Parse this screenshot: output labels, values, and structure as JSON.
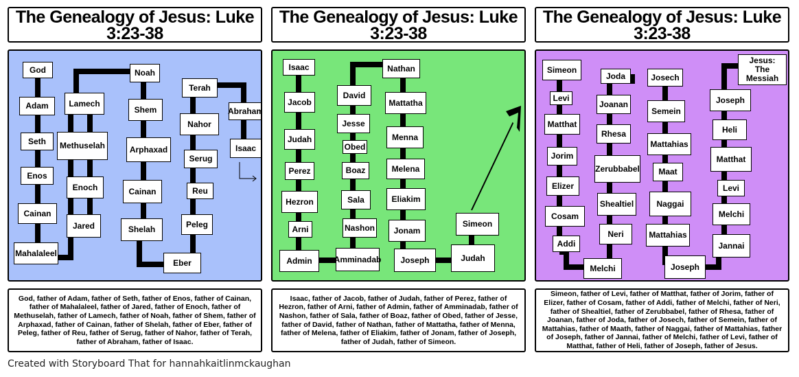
{
  "panels": [
    {
      "title": "The Genealogy of Jesus: Luke\n3:23-38",
      "bg": "#a9c1fb",
      "boxes": [
        "God",
        "Adam",
        "Seth",
        "Enos",
        "Cainan",
        "Mahalaleel",
        "Lamech",
        "Methuselah",
        "Enoch",
        "Jared",
        "Noah",
        "Shem",
        "Arphaxad",
        "Cainan",
        "Shelah",
        "Eber",
        "Terah",
        "Nahor",
        "Serug",
        "Reu",
        "Peleg",
        "Abraham",
        "Isaac"
      ],
      "caption": "God, father of Adam, father of Seth, father of Enos, father of Cainan, father of Mahalaleel, father of Jared, father of Enoch, father of Methuselah, father of Lamech, father of Noah, father of Shem, father of Arphaxad, father of Cainan, father of Shelah, father of Eber, father of Peleg, father of Reu, father of Serug, father of Nahor, father of Terah, father of Abraham, father of Isaac."
    },
    {
      "title": "The Genealogy of Jesus: Luke\n3:23-38",
      "bg": "#78e67a",
      "boxes": [
        "Isaac",
        "Jacob",
        "Judah",
        "Perez",
        "Hezron",
        "Arni",
        "Admin",
        "David",
        "Jesse",
        "Obed",
        "Boaz",
        "Sala",
        "Nashon",
        "Amminadab",
        "Nathan",
        "Mattatha",
        "Menna",
        "Melena",
        "Eliakim",
        "Jonam",
        "Joseph",
        "Simeon",
        "Judah"
      ],
      "caption": "Isaac, father of Jacob, father of Judah, father of Perez, father of Hezron, father of Arni, father of Admin, father of Amminadab, father of Nashon, father of Sala, father of Boaz, father of Obed, father of Jesse, father of David, father of Nathan, father of Mattatha, father of Menna, father of Melena, father of Eliakim, father of Jonam, father of Joseph, father of Judah, father of Simeon."
    },
    {
      "title": "The Genealogy of Jesus: Luke\n3:23-38",
      "bg": "#cf8ef7",
      "boxes": [
        "Simeon",
        "Levi",
        "Matthat",
        "Jorim",
        "Elizer",
        "Cosam",
        "Addi",
        "Melchi",
        "Joda",
        "Joanan",
        "Rhesa",
        "Zerubbabel",
        "Shealtiel",
        "Neri",
        "Josech",
        "Semein",
        "Mattahias",
        "Maat",
        "Naggai",
        "Mattahias",
        "Joseph",
        "Jesus:\nThe Messiah",
        "Joseph",
        "Heli",
        "Matthat",
        "Levi",
        "Melchi",
        "Jannai"
      ],
      "caption": "Simeon, father of Levi, father of Matthat, father of Jorim, father of Elizer, father of Cosam, father of Addi, father of Melchi, father of Neri, father of Shealtiel, father of Zerubbabel, father of Rhesa, father of Joanan, father of Joda, father of Josech, father of Semein, father of Mattahias, father of Maath, father of Naggai, father of Mattahias, father of Joseph, father of Jannai, father of Melchi, father of Levi, father of Matthat, father of Heli, father of Joseph, father of Jesus."
    }
  ],
  "footer": "Created with Storyboard That for hannahkaitlinmckaughan"
}
